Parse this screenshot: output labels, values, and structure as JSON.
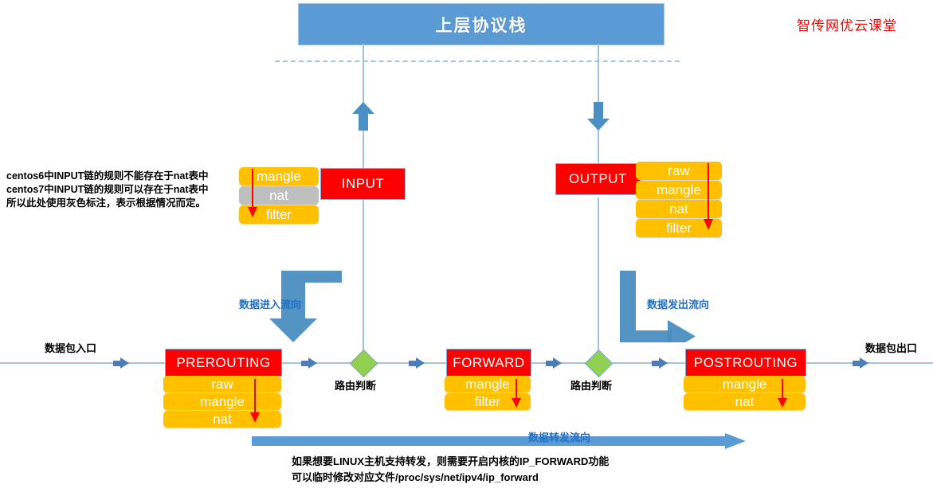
{
  "watermark": "智传网优云课堂",
  "upper_stack": {
    "label": "上层协议栈"
  },
  "notes": {
    "input_nat_note_line1": "centos6中INPUT链的规则不能存在于nat表中",
    "input_nat_note_line2": "centos7中INPUT链的规则可以存在于nat表中",
    "input_nat_note_line3": "所以此处使用灰色标注，表示根据情况而定。",
    "forward_note_line1": "如果想要LINUX主机支持转发，则需要开启内核的IP_FORWARD功能",
    "forward_note_line2": "可以临时修改对应文件/proc/sys/net/ipv4/ip_forward"
  },
  "edge_labels": {
    "packet_in": "数据包入口",
    "packet_out": "数据包出口"
  },
  "flows": {
    "incoming": "数据进入流向",
    "outgoing": "数据发出流向",
    "forwarding": "数据转发流向"
  },
  "routing_decisions": [
    {
      "label": "路由判断"
    },
    {
      "label": "路由判断"
    }
  ],
  "chains": [
    {
      "id": "input",
      "name": "INPUT",
      "tables_position": "left",
      "tables": [
        {
          "name": "mangle",
          "style": "amber"
        },
        {
          "name": "nat",
          "style": "grey"
        },
        {
          "name": "filter",
          "style": "amber"
        }
      ]
    },
    {
      "id": "output",
      "name": "OUTPUT",
      "tables_position": "right",
      "tables": [
        {
          "name": "raw",
          "style": "amber"
        },
        {
          "name": "mangle",
          "style": "amber"
        },
        {
          "name": "nat",
          "style": "amber"
        },
        {
          "name": "filter",
          "style": "amber"
        }
      ]
    },
    {
      "id": "prerouting",
      "name": "PREROUTING",
      "tables_position": "below",
      "tables": [
        {
          "name": "raw",
          "style": "amber"
        },
        {
          "name": "mangle",
          "style": "amber"
        },
        {
          "name": "nat",
          "style": "amber"
        }
      ]
    },
    {
      "id": "forward",
      "name": "FORWARD",
      "tables_position": "below",
      "tables": [
        {
          "name": "mangle",
          "style": "amber"
        },
        {
          "name": "filter",
          "style": "amber"
        }
      ]
    },
    {
      "id": "postrouting",
      "name": "POSTROUTING",
      "tables_position": "below",
      "tables": [
        {
          "name": "mangle",
          "style": "amber"
        },
        {
          "name": "nat",
          "style": "amber"
        }
      ]
    }
  ],
  "colors": {
    "chain_red": "#ff0000",
    "table_amber": "#ffc000",
    "table_grey": "#bfbfbf",
    "flow_blue": "#5b9bd5",
    "line_blue": "#9dc3e6",
    "diamond_green": "#92d050",
    "watermark_red": "#ff0000",
    "order_arrow_red": "#ff0000"
  }
}
